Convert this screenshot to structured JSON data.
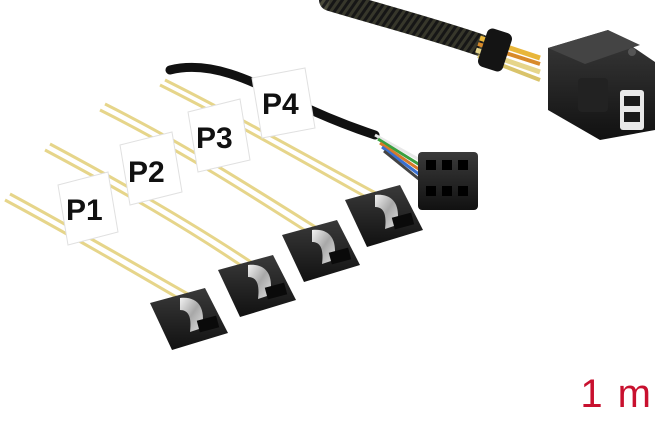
{
  "product": {
    "length_label": "1 m",
    "length_label_color": "#c8102e",
    "port_labels": [
      "P1",
      "P2",
      "P3",
      "P4"
    ],
    "colors": {
      "sata_wire": "#e6d58a",
      "sata_connector": "#1c1c1c",
      "sata_latch": "#c9c9c9",
      "braid": "#2a2a2a",
      "tag": "#ffffff",
      "sideband_wire": "#e8e8e8"
    }
  }
}
